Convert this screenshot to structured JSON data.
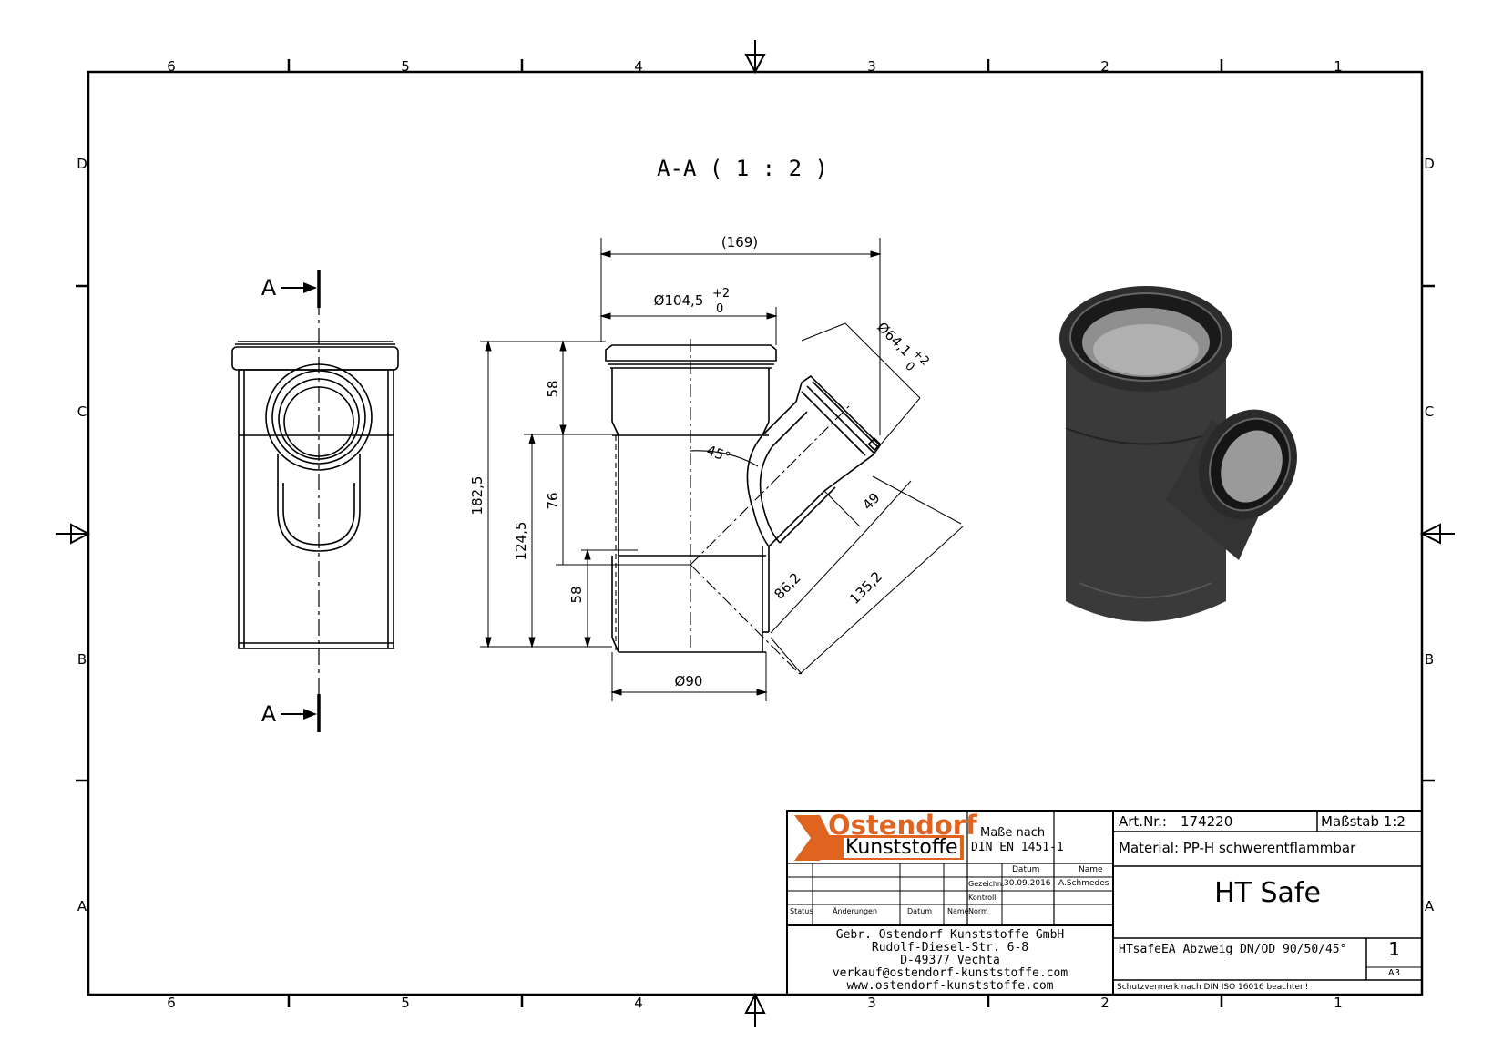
{
  "frame": {
    "column_numbers": [
      "6",
      "5",
      "4",
      "3",
      "2",
      "1"
    ],
    "row_letters": [
      "D",
      "C",
      "B",
      "A"
    ]
  },
  "view": {
    "section_title": "A-A ( 1 : 2 )",
    "section_marker": "A"
  },
  "dimensions": {
    "overall_width": "(169)",
    "socket_diameter": "Ø104,5",
    "socket_tol_upper": "+2",
    "socket_tol_lower": "0",
    "branch_diameter": "Ø64,1",
    "branch_tol_upper": "+2",
    "branch_tol_lower": "0",
    "angle": "45°",
    "height_total": "182,5",
    "height_to_branch": "124,5",
    "socket_depth_top": "58",
    "mid_length": "76",
    "bottom_length": "58",
    "branch_socket": "49",
    "branch_length": "86,2",
    "branch_total": "135,2",
    "pipe_diameter": "Ø90"
  },
  "title_block": {
    "company_line1": "Ostendorf",
    "company_line2": "Kunststoffe",
    "dims_per_line1": "Maße nach",
    "dims_per_line2": "DIN EN 1451-1",
    "col_datum": "Datum",
    "col_name": "Name",
    "row_gezeichnet": "Gezeichn.",
    "date_drawn": "30.09.2016",
    "drawn_by": "A.Schmedes",
    "row_kontroll": "Kontroll.",
    "row_norm": "Norm",
    "rev_status": "Status",
    "rev_aenderungen": "Änderungen",
    "rev_datum": "Datum",
    "rev_name": "Name",
    "address_company": "Gebr. Ostendorf Kunststoffe GmbH",
    "address_street": "Rudolf-Diesel-Str. 6-8",
    "address_city": "D-49377 Vechta",
    "address_email": "verkauf@ostendorf-kunststoffe.com",
    "address_web": "www.ostendorf-kunststoffe.com",
    "art_nr_label": "Art.Nr.:",
    "art_nr": "174220",
    "scale": "Maßstab 1:2",
    "material": "Material: PP-H schwerentflammbar",
    "product_title": "HT Safe",
    "description": "HTsafeEA Abzweig DN/OD 90/50/45°",
    "sheet_number": "1",
    "sheet_format": "A3",
    "protection_note": "Schutzvermerk nach DIN ISO 16016 beachten!"
  },
  "colors": {
    "logo_orange": "#e0631f",
    "line": "#000000",
    "render_body": "#3a3a3a"
  }
}
